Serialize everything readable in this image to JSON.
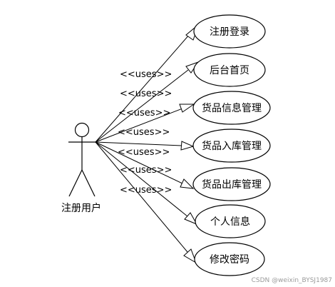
{
  "actor": {
    "label": "注册用户"
  },
  "relationship_label": "<<uses>>",
  "use_cases": [
    {
      "label": "注册登录"
    },
    {
      "label": "后台首页"
    },
    {
      "label": "货品信息管理"
    },
    {
      "label": "货品入库管理"
    },
    {
      "label": "货品出库管理"
    },
    {
      "label": "个人信息"
    },
    {
      "label": "修改密码"
    }
  ],
  "uses_labels": [
    "<<uses>>",
    "<<uses>>",
    "<<uses>>",
    "<<uses>>",
    "<<uses>>",
    "<<uses>>",
    "<<uses>>"
  ],
  "watermark": "CSDN @weixin_BYSJ1987"
}
